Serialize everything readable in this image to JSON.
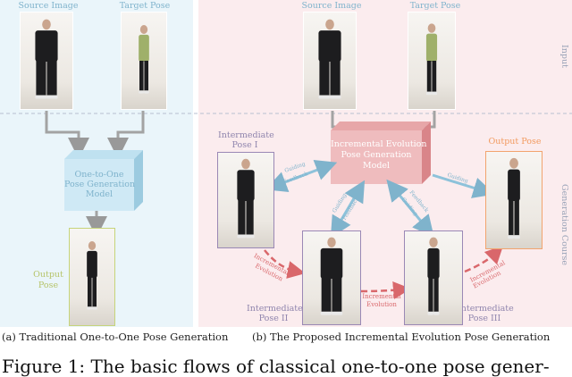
{
  "panel_a": {
    "source_label": "Source Image",
    "target_label": "Target Pose",
    "model_label_1": "One-to-One",
    "model_label_2": "Pose Generation",
    "model_label_3": "Model",
    "output_label_1": "Output",
    "output_label_2": "Pose",
    "caption": "(a) Traditional One-to-One Pose Generation"
  },
  "panel_b": {
    "source_label": "Source Image",
    "target_label": "Target Pose",
    "model_label_1": "Incremental Evolution",
    "model_label_2": "Pose Generation",
    "model_label_3": "Model",
    "inter1_label_1": "Intermediate",
    "inter1_label_2": "Pose I",
    "inter2_label_1": "Intermediate",
    "inter2_label_2": "Pose II",
    "inter3_label_1": "Intermediate",
    "inter3_label_2": "Pose III",
    "output_label": "Output Pose",
    "guiding": "Guiding",
    "feedback": "Feedback",
    "incremental": "Incremental",
    "evolution": "Evolution",
    "caption": "(b) The Proposed Incremental Evolution Pose Generation"
  },
  "side": {
    "input": "Input",
    "course": "Generation Course"
  },
  "figure_caption": "Figure 1: The basic flows of classical one-to-one pose gener-",
  "colors": {
    "panel_a_bg": "#eaf5fa",
    "panel_b_bg": "#fbecee",
    "blue_accent": "#7fb3cc",
    "red_accent": "#d9676b",
    "orange_accent": "#f29a5f",
    "purple_accent": "#8f84ad",
    "green_accent": "#c6d47a"
  }
}
